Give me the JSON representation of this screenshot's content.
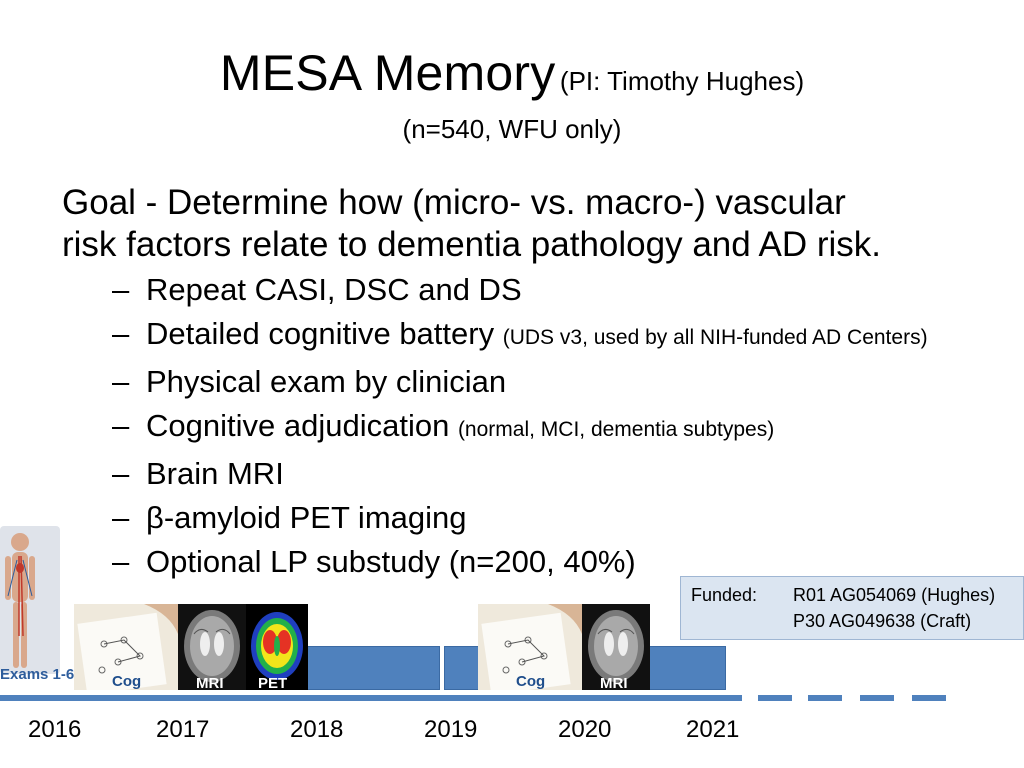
{
  "title": {
    "main": "MESA Memory",
    "pi": "(PI: Timothy Hughes)",
    "subtitle": "(n=540, WFU only)"
  },
  "goal": {
    "line1": "Goal - Determine how (micro- vs. macro-) vascular",
    "line2": "risk factors relate to dementia pathology and AD risk."
  },
  "bullets": [
    {
      "text": "Repeat CASI, DSC and DS",
      "note": ""
    },
    {
      "text": "Detailed cognitive battery",
      "note": "(UDS v3, used by all NIH-funded AD Centers)"
    },
    {
      "text": "Physical exam by clinician",
      "note": ""
    },
    {
      "text": "Cognitive adjudication",
      "note": "(normal, MCI, dementia subtypes)"
    },
    {
      "text": "Brain MRI",
      "note": ""
    },
    {
      "text": "β-amyloid PET imaging",
      "note": ""
    },
    {
      "text": "Optional LP substudy (n=200, 40%)",
      "note": ""
    }
  ],
  "dash": "–",
  "funded": {
    "label": "Funded:",
    "grant1": "R01 AG054069 (Hughes)",
    "grant2": "P30 AG049638 (Craft)"
  },
  "timeline": {
    "exams_label": "Exams 1-6",
    "cog1": "Cog",
    "mri1": "MRI",
    "pet": "PET",
    "cog2": "Cog",
    "mri2": "MRI",
    "years": [
      "2016",
      "2017",
      "2018",
      "2019",
      "2020",
      "2021"
    ]
  },
  "colors": {
    "accent": "#4f81bd",
    "funded_bg": "#dbe5f1",
    "label_blue": "#1f4e8c"
  }
}
